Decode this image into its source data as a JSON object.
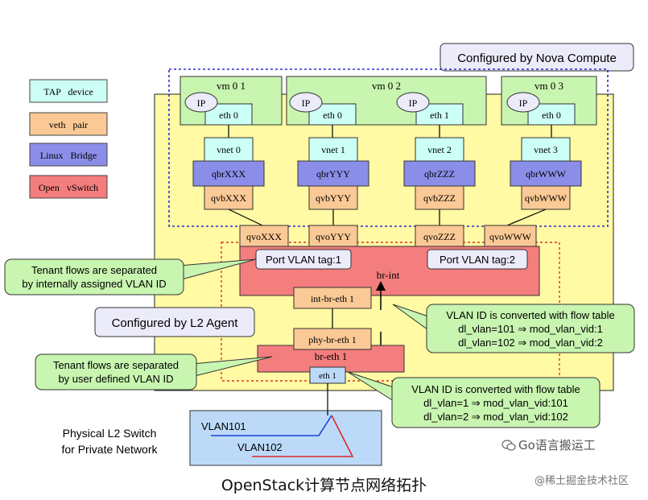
{
  "legend": {
    "tap": "TAP   device",
    "veth": "veth   pair",
    "bridge": "Linux   Bridge",
    "ovs": "Open   vSwitch"
  },
  "nova_label": "Configured by Nova Compute",
  "l2_agent_label": "Configured by L2 Agent",
  "vms": [
    {
      "name": "vm 0 1",
      "ips": [
        "IP"
      ],
      "eths": [
        "eth 0"
      ]
    },
    {
      "name": "vm 0 2",
      "ips": [
        "IP",
        "IP"
      ],
      "eths": [
        "eth 0",
        "eth 1"
      ]
    },
    {
      "name": "vm 0 3",
      "ips": [
        "IP"
      ],
      "eths": [
        "eth 0"
      ]
    }
  ],
  "stacks": [
    {
      "vnet": "vnet 0",
      "qbr": "qbrXXX",
      "qvb": "qvbXXX",
      "qvo": "qvoXXX"
    },
    {
      "vnet": "vnet 1",
      "qbr": "qbrYYY",
      "qvb": "qvbYYY",
      "qvo": "qvoYYY"
    },
    {
      "vnet": "vnet 2",
      "qbr": "qbrZZZ",
      "qvb": "qvbZZZ",
      "qvo": "qvoZZZ"
    },
    {
      "vnet": "vnet 3",
      "qbr": "qbrWWW",
      "qvb": "qvbWWW",
      "qvo": "qvoWWW"
    }
  ],
  "br_int": {
    "label": "br-int",
    "tag1": "Port VLAN tag:1",
    "tag2": "Port VLAN tag:2",
    "int_br_eth": "int-br-eth 1"
  },
  "br_eth": {
    "label": "br-eth 1",
    "phy_br_eth": "phy-br-eth 1",
    "eth1": "eth 1"
  },
  "callouts": {
    "tenant_internal": [
      "Tenant flows are separated",
      "by internally assigned VLAN ID"
    ],
    "tenant_user": [
      "Tenant flows are separated",
      "by user defined VLAN ID"
    ],
    "vlan_table_1": [
      "VLAN ID is converted with flow table",
      "dl_vlan=101 ⇒ mod_vlan_vid:1",
      "dl_vlan=102 ⇒ mod_vlan_vid:2"
    ],
    "vlan_table_2": [
      "VLAN ID is converted with flow table",
      "dl_vlan=1 ⇒ mod_vlan_vid:101",
      "dl_vlan=2 ⇒ mod_vlan_vid:102"
    ]
  },
  "physical": {
    "title": [
      "Physical L2 Switch",
      "for Private Network"
    ],
    "vlan101": "VLAN101",
    "vlan102": "VLAN102"
  },
  "caption": "OpenStack计算节点网络拓扑",
  "watermark_1": "Go语言搬运工",
  "watermark_2": "@稀土掘金技术社区",
  "colors": {
    "tap": "#ccfff5",
    "veth": "#fbc995",
    "bridge": "#8b8ee8",
    "ovs": "#f47d7d",
    "compute_area": "#fffaa3",
    "callout_green": "#c8f5b0",
    "label_lavender": "#ebebfa",
    "physical": "#bcdaf8"
  }
}
